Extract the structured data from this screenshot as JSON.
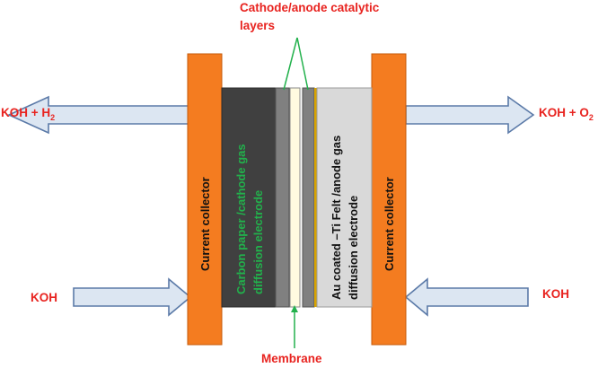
{
  "labels": {
    "catalytic_line1": "Cathode/anode catalytic",
    "catalytic_line2": "layers",
    "membrane": "Membrane",
    "current_collector": "Current collector",
    "cathode_line1": "Carbon paper /cathode gas",
    "cathode_line2": "diffusion electrode",
    "anode_line1": "Au coated –Ti Felt /anode  gas",
    "anode_line2": "diffusion electrode"
  },
  "streams": {
    "left_out_main": "KOH + H",
    "left_out_sub": "2",
    "right_out_main": "KOH + O",
    "right_out_sub": "2",
    "left_in": "KOH",
    "right_in": "KOH"
  },
  "colors": {
    "collector_fill": "#f47c20",
    "cathode_fill": "#404040",
    "anode_fill": "#d9d9d9",
    "catalyst_fill": "#808080",
    "membrane_fill": "#fffbe0",
    "gold_strip": "#d9a400",
    "arrow_fill": "#dce6f2",
    "arrow_stroke": "#5b7aa8",
    "label_red": "#e8231f",
    "label_green": "#22b14c"
  }
}
